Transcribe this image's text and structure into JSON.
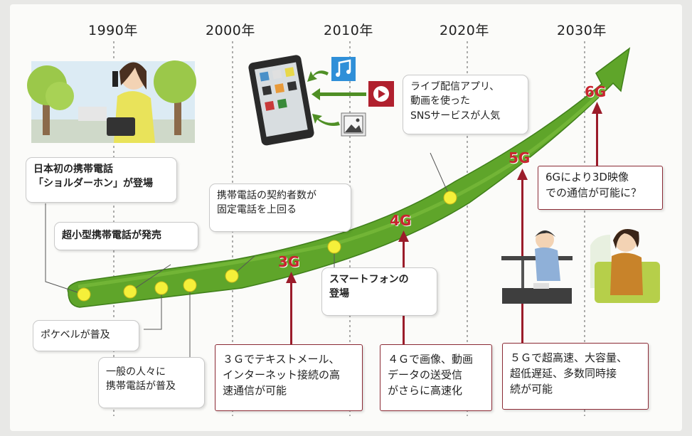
{
  "years": [
    "1990年",
    "2000年",
    "2010年",
    "2020年",
    "2030年"
  ],
  "generations": [
    "3G",
    "4G",
    "5G",
    "6G"
  ],
  "events": {
    "shoulder_phone": [
      "日本初の携帯電話",
      "「ショルダーホン」が登場"
    ],
    "compact_phone": "超小型携帯電話が発売",
    "pager": "ポケベルが普及",
    "public_phone": [
      "一般の人々に",
      "携帯電話が普及"
    ],
    "exceed_landline": [
      "携帯電話の契約者数が",
      "固定電話を上回る"
    ],
    "smartphone": [
      "スマートフォンの",
      "登場"
    ],
    "live_streaming": [
      "ライブ配信アプリ、",
      "動画を使った",
      "SNSサービスが人気"
    ],
    "g3_desc": [
      "３Ｇでテキストメール、",
      "インターネット接続の高",
      "速通信が可能"
    ],
    "g4_desc": [
      "４Ｇで画像、動画",
      "データの送受信",
      "がさらに高速化"
    ],
    "g5_desc": [
      "５Ｇで超高速、大容量、",
      "超低遅延、多数同時接",
      "続が可能"
    ],
    "g6_desc": [
      "6Gにより3D映像",
      "での通信が可能に？"
    ]
  },
  "icons": [
    "music-note-icon",
    "video-play-icon",
    "image-icon",
    "smartphone-icon"
  ],
  "colors": {
    "arrow_green": "#5fa52a",
    "arrow_dark": "#3f7f1a",
    "dot_yellow": "#f5f03a",
    "gen_red": "#c8252f",
    "spike_red": "#9b1c2a",
    "icon_blue": "#2f8fd8",
    "icon_red": "#b0202e"
  }
}
